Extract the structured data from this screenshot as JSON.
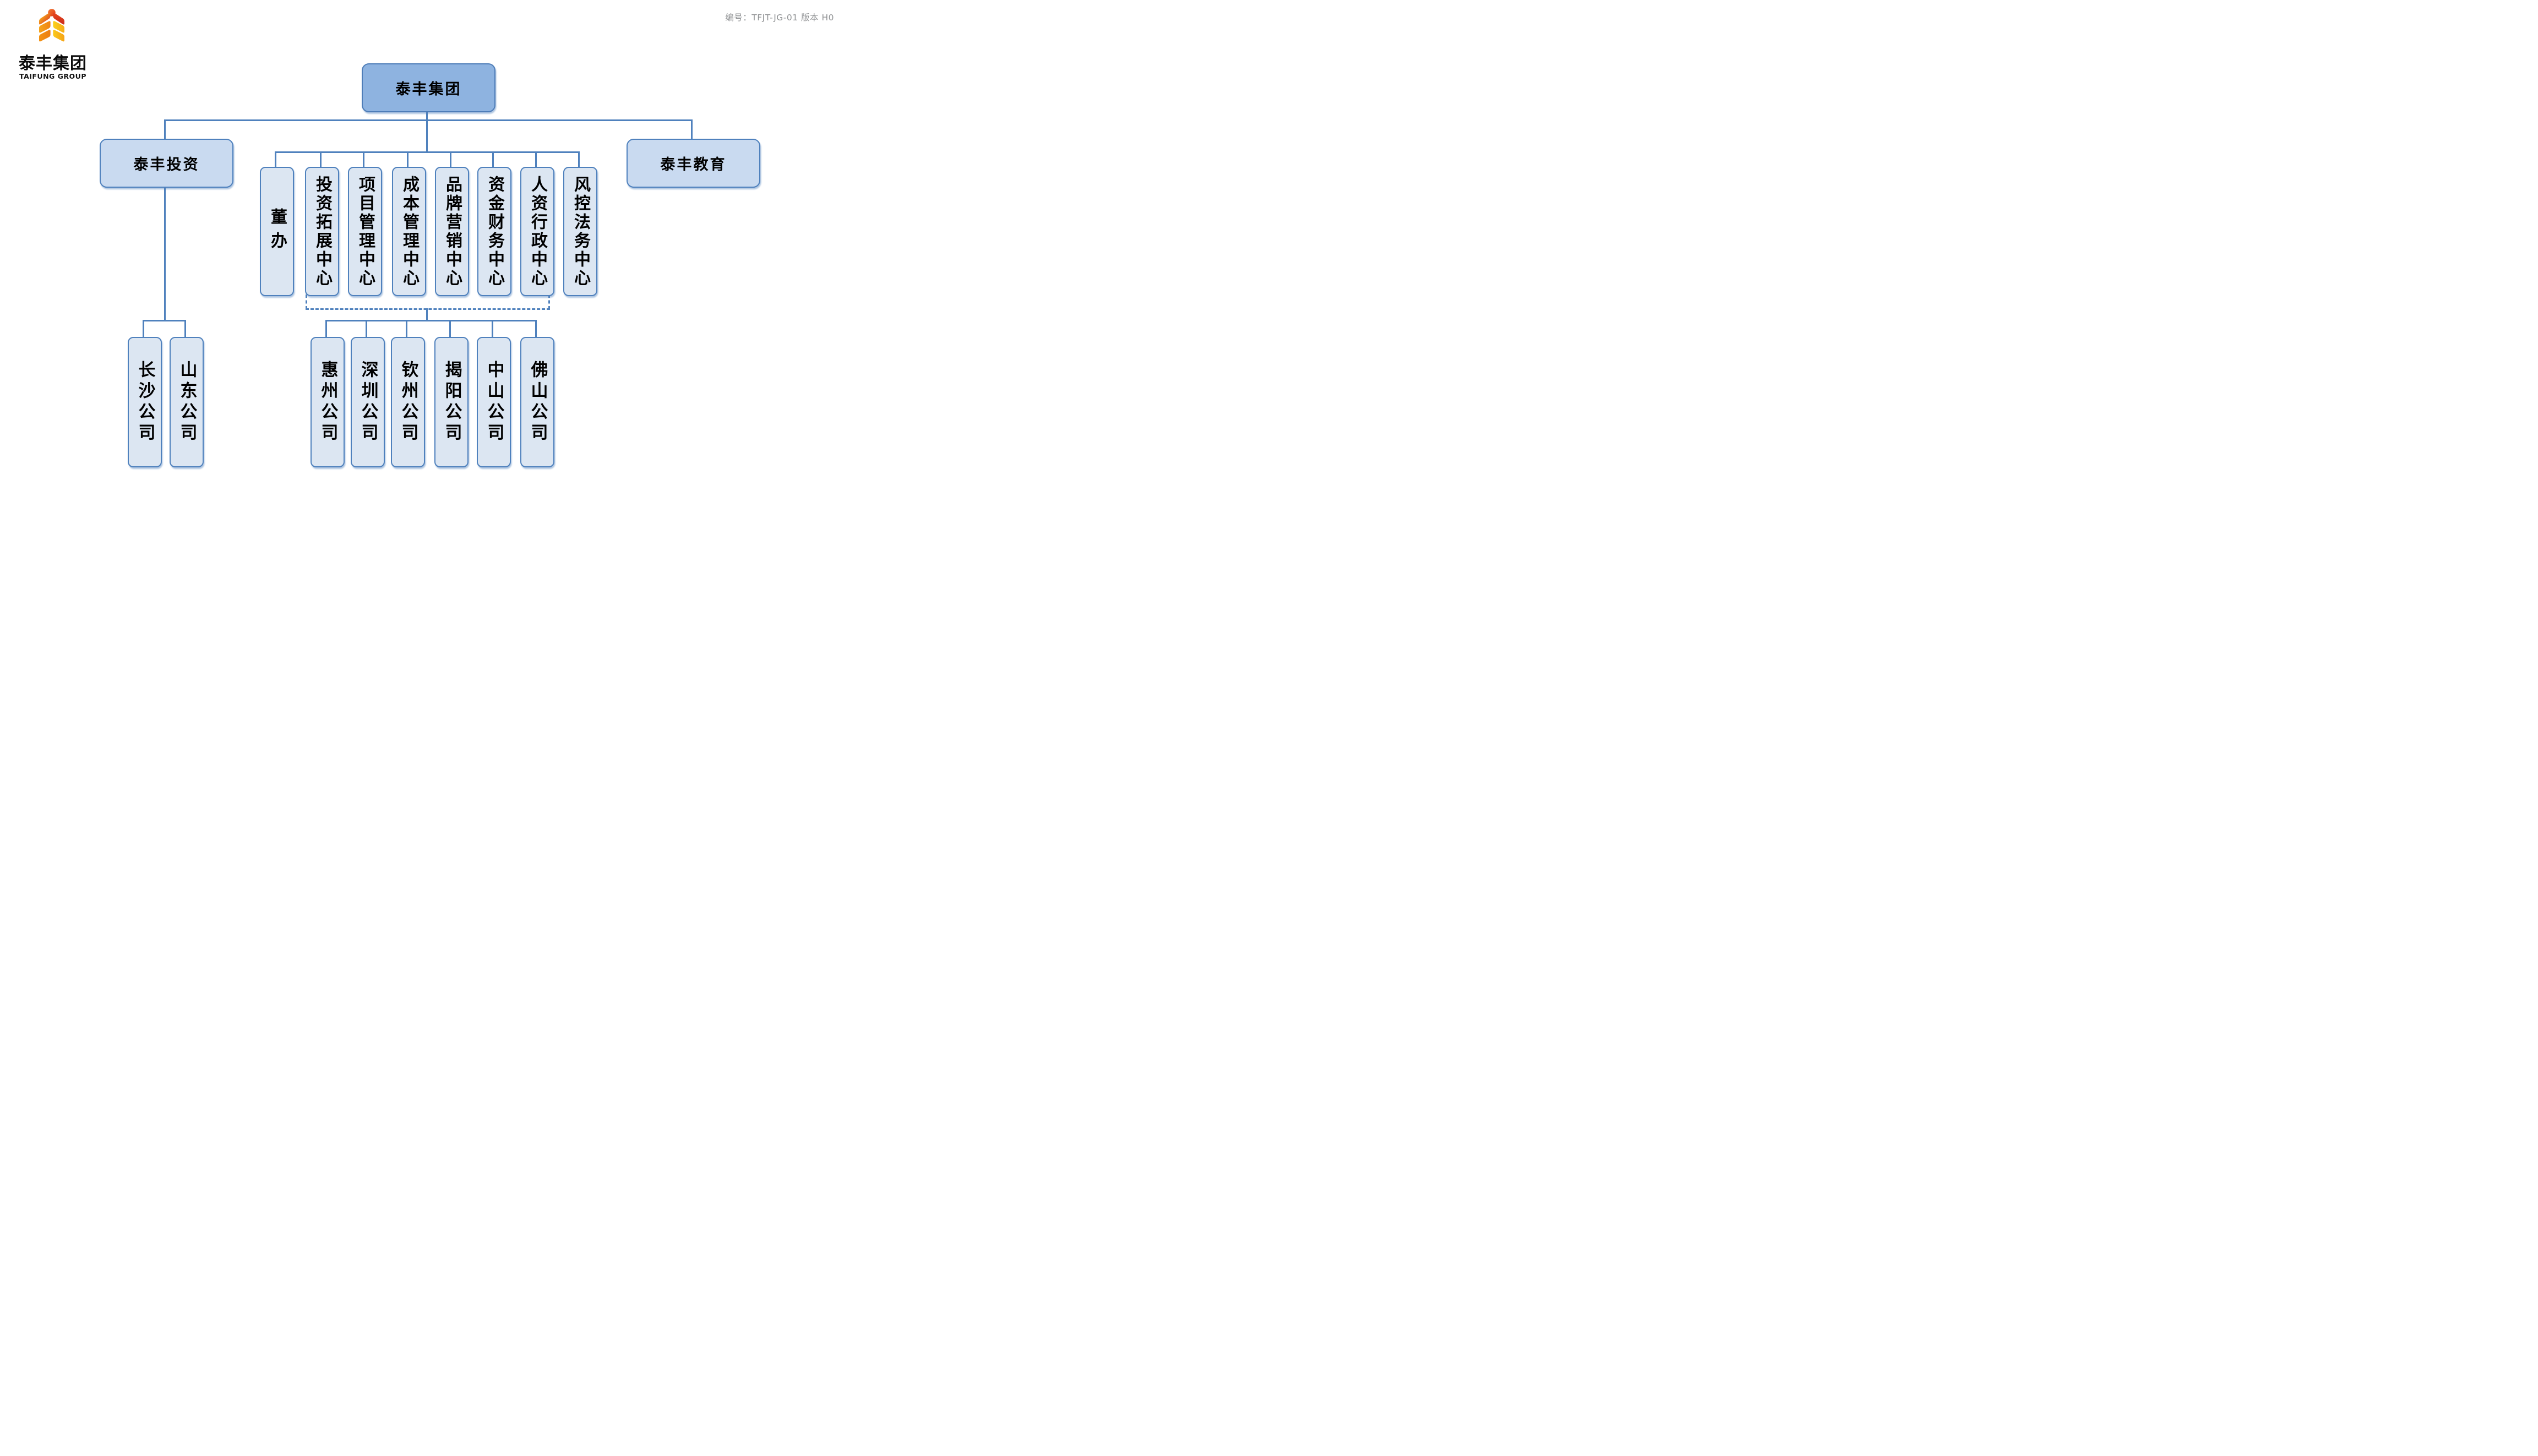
{
  "header": {
    "code": "编号：TFJT-JG-01  版本 H0"
  },
  "logo": {
    "title": "泰丰集团",
    "subtitle": "TAIFUNG GROUP",
    "icon": "wheat-emblem-icon"
  },
  "org": {
    "root": {
      "label": "泰丰集团"
    },
    "invest": {
      "label": "泰丰投资"
    },
    "education": {
      "label": "泰丰教育"
    },
    "invest_children": [
      {
        "label": "长沙公司"
      },
      {
        "label": "山东公司"
      }
    ],
    "departments": [
      {
        "label": "董办"
      },
      {
        "label": "投资拓展中心"
      },
      {
        "label": "项目管理中心"
      },
      {
        "label": "成本管理中心"
      },
      {
        "label": "品牌营销中心"
      },
      {
        "label": "资金财务中心"
      },
      {
        "label": "人资行政中心"
      },
      {
        "label": "风控法务中心"
      }
    ],
    "subsidiaries": [
      {
        "label": "惠州公司"
      },
      {
        "label": "深圳公司"
      },
      {
        "label": "钦州公司"
      },
      {
        "label": "揭阳公司"
      },
      {
        "label": "中山公司"
      },
      {
        "label": "佛山公司"
      }
    ],
    "connector_style": {
      "solid": "parent-child",
      "dashed": "management-delegation"
    }
  },
  "colors": {
    "root_fill": "#8EB3E0",
    "branch_fill": "#C9DAF0",
    "leaf_fill": "#DCE6F2",
    "node_border": "#4F81BD",
    "connector": "#4F81BD",
    "code_text": "#8F9193",
    "logo_orange": "#F1861B",
    "logo_yellow": "#F8C81D",
    "logo_red": "#DD3B20",
    "text": "#000000"
  }
}
